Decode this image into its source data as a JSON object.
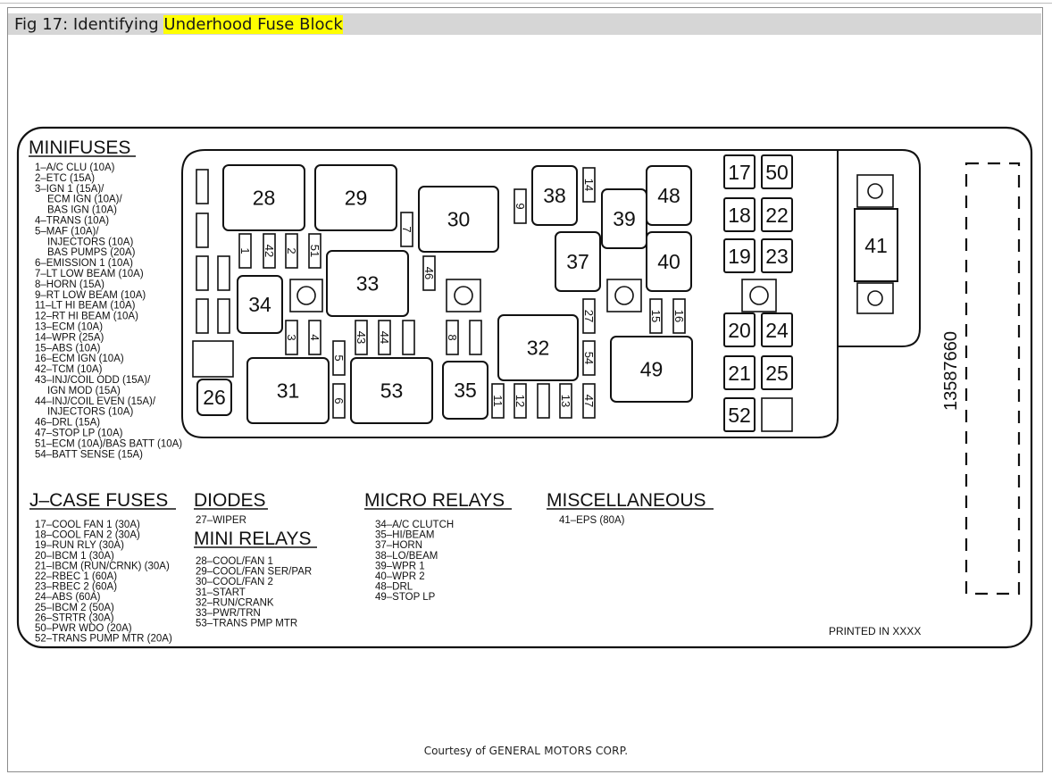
{
  "caption": {
    "prefix": "Fig 17: Identifying ",
    "highlight": "Underhood Fuse Block"
  },
  "courtesy": {
    "prefix": "Courtesy of ",
    "company": "GENERAL MOTORS CORP."
  },
  "part_number": "13587660",
  "printed_in": "PRINTED IN XXXX",
  "sections": {
    "minifuses": {
      "title": "MINIFUSES",
      "items": [
        "1–A/C CLU (10A)",
        "2–ETC (15A)",
        "3–IGN 1 (15A)/",
        "ECM IGN (10A)/",
        "BAS IGN (10A)",
        "4–TRANS (10A)",
        "5–MAF (10A)/",
        "INJECTORS (10A)",
        "BAS PUMPS (20A)",
        "6–EMISSION 1 (10A)",
        "7–LT LOW BEAM (10A)",
        "8–HORN (15A)",
        "9–RT LOW BEAM (10A)",
        "11–LT HI BEAM (10A)",
        "12–RT HI BEAM (10A)",
        "13–ECM (10A)",
        "14–WPR (25A)",
        "15–ABS (10A)",
        "16–ECM IGN (10A)",
        "42–TCM (10A)",
        "43–INJ/COIL ODD (15A)/",
        "IGN MOD (15A)",
        "44–INJ/COIL EVEN (15A)/",
        "INJECTORS (10A)",
        "46–DRL (15A)",
        "47–STOP LP (10A)",
        "51–ECM (10A)/BAS BATT (10A)",
        "54–BATT SENSE (15A)"
      ]
    },
    "jcase": {
      "title": "J–CASE FUSES",
      "items": [
        "17–COOL FAN 1 (30A)",
        "18–COOL FAN 2 (30A)",
        "19–RUN RLY (30A)",
        "20–IBCM 1 (30A)",
        "21–IBCM (RUN/CRNK) (30A)",
        "22–RBEC 1 (60A)",
        "23–RBEC 2 (60A)",
        "24–ABS (60A)",
        "25–IBCM 2 (50A)",
        "26–STRTR (30A)",
        "50–PWR WDO (20A)",
        "52–TRANS PUMP MTR (20A)"
      ]
    },
    "diodes": {
      "title": "DIODES",
      "items": [
        "27–WIPER"
      ]
    },
    "minirelays": {
      "title": "MINI RELAYS",
      "items": [
        "28–COOL/FAN 1",
        "29–COOL/FAN SER/PAR",
        "30–COOL/FAN 2",
        "31–START",
        "32–RUN/CRANK",
        "33–PWR/TRN",
        "53–TRANS PMP MTR"
      ]
    },
    "microrelays": {
      "title": "MICRO RELAYS",
      "items": [
        "34–A/C CLUTCH",
        "35–HI/BEAM",
        "37–HORN",
        "38–LO/BEAM",
        "39–WPR 1",
        "40–WPR 2",
        "48–DRL",
        "49–STOP LP"
      ]
    },
    "misc": {
      "title": "MISCELLANEOUS",
      "items": [
        "41–EPS (80A)"
      ]
    }
  },
  "components": {
    "big": [
      "28",
      "29",
      "30",
      "33",
      "34",
      "31",
      "53",
      "35",
      "32",
      "37",
      "38",
      "39",
      "40",
      "48",
      "49",
      "26"
    ],
    "small": [
      "1",
      "42",
      "2",
      "51",
      "7",
      "46",
      "9",
      "14",
      "3",
      "4",
      "43",
      "44",
      "8",
      "27",
      "15",
      "16",
      "54",
      "5",
      "6",
      "11",
      "12",
      "13",
      "47"
    ],
    "jcase": [
      "17",
      "50",
      "18",
      "22",
      "19",
      "23",
      "20",
      "24",
      "21",
      "25",
      "52"
    ],
    "eps": "41"
  },
  "colors": {
    "highlight": "#ffff00",
    "caption_bar": "#d6d6d6",
    "line": "#111111"
  }
}
